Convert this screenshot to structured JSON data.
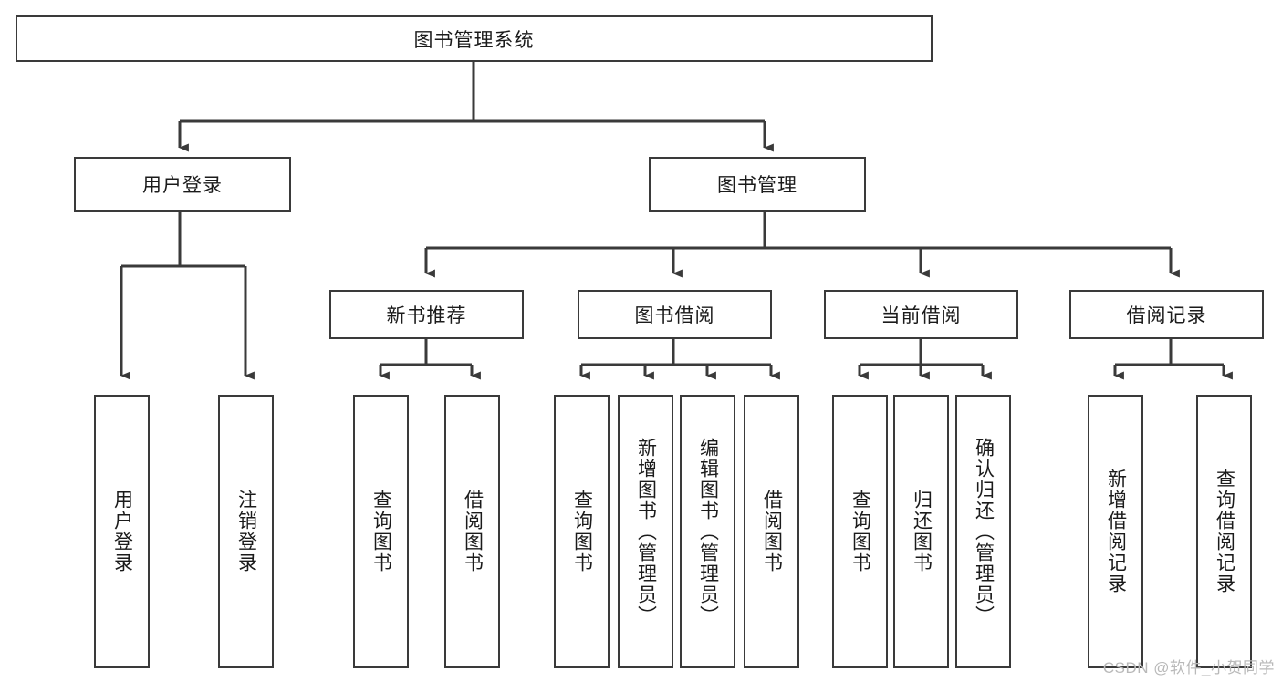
{
  "diagram": {
    "title": "图书管理系统",
    "type": "tree-hierarchy",
    "theme": {
      "background": "#ffffff",
      "node_border": "#3a3a3a",
      "node_fill": "#ffffff",
      "edge_color": "#3a3a3a",
      "text_color": "#1b1b1b",
      "watermark_color": "#b9b9b9"
    },
    "root": {
      "label": "图书管理系统"
    },
    "level2": [
      {
        "key": "user-login",
        "label": "用户登录"
      },
      {
        "key": "book-management",
        "label": "图书管理"
      }
    ],
    "level3": [
      {
        "key": "new-book-recommend",
        "label": "新书推荐"
      },
      {
        "key": "book-borrow",
        "label": "图书借阅"
      },
      {
        "key": "current-borrow",
        "label": "当前借阅"
      },
      {
        "key": "borrow-record",
        "label": "借阅记录"
      }
    ],
    "leaves": [
      {
        "key": "leaf-user-login",
        "label": "用户登录",
        "parent": "user-login"
      },
      {
        "key": "leaf-user-logout",
        "label": "注销登录",
        "parent": "user-login"
      },
      {
        "key": "leaf-query-book-1",
        "label": "查询图书",
        "parent": "new-book-recommend"
      },
      {
        "key": "leaf-borrow-book-1",
        "label": "借阅图书",
        "parent": "new-book-recommend"
      },
      {
        "key": "leaf-query-book-2",
        "label": "查询图书",
        "parent": "book-borrow"
      },
      {
        "key": "leaf-add-book",
        "label": "新增图书（管理员）",
        "parent": "book-borrow"
      },
      {
        "key": "leaf-edit-book",
        "label": "编辑图书（管理员）",
        "parent": "book-borrow"
      },
      {
        "key": "leaf-borrow-book-2",
        "label": "借阅图书",
        "parent": "book-borrow"
      },
      {
        "key": "leaf-query-book-3",
        "label": "查询图书",
        "parent": "current-borrow"
      },
      {
        "key": "leaf-return-book",
        "label": "归还图书",
        "parent": "current-borrow"
      },
      {
        "key": "leaf-confirm-return",
        "label": "确认归还（管理员）",
        "parent": "current-borrow"
      },
      {
        "key": "leaf-add-record",
        "label": "新增借阅记录",
        "parent": "borrow-record"
      },
      {
        "key": "leaf-query-record",
        "label": "查询借阅记录",
        "parent": "borrow-record"
      }
    ]
  },
  "watermark": {
    "text": "CSDN @软件_小贺同学"
  }
}
